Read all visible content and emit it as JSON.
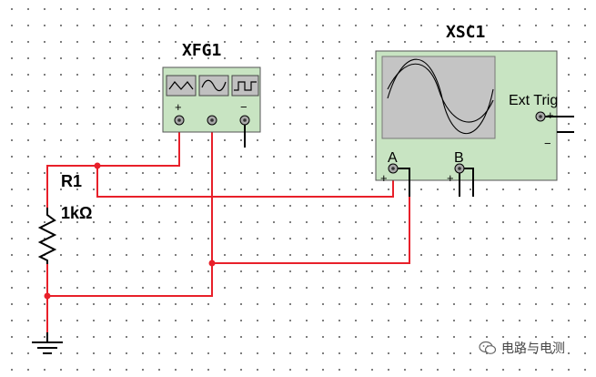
{
  "function_generator": {
    "name": "XFG1",
    "wave_icons": [
      "sine-wave-icon",
      "triangle-wave-icon",
      "square-wave-icon"
    ],
    "plus_sign": "+",
    "minus_sign": "−"
  },
  "oscilloscope": {
    "name": "XSC1",
    "ext_trig_label": "Ext Trig",
    "channel_a": "A",
    "channel_b": "B",
    "plus_sign": "+",
    "minus_sign": "−"
  },
  "resistor": {
    "ref": "R1",
    "value": "1kΩ"
  },
  "watermark": {
    "text": "电路与电测"
  },
  "colors": {
    "wire": "#e8202a",
    "instrument_body": "#c8e4c2",
    "screen": "#c4c4c4"
  }
}
